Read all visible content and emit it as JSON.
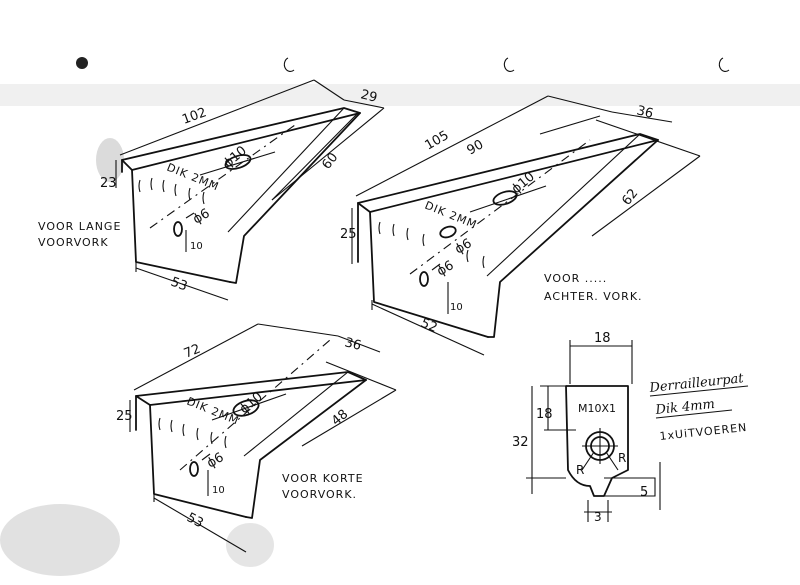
{
  "part_long_front": {
    "dims": {
      "length": "102",
      "width": "29",
      "depth": "60",
      "height": "23",
      "bottom": "53",
      "hole_small": "ϕ6",
      "hole_offset": "10",
      "hole_large": "ϕ10"
    },
    "thickness": "DIK  2MM",
    "caption_line1": "VOOR LANGE",
    "caption_line2": "VOORVORK"
  },
  "part_rear": {
    "dims": {
      "length": "105",
      "inner_length": "90",
      "width": "36",
      "depth": "62",
      "height": "25",
      "bottom": "52",
      "hole_small": "ϕ6",
      "hole_small_2": "ϕ6",
      "hole_offset": "10",
      "hole_large": "ϕ10"
    },
    "thickness": "DIK  2MM",
    "caption_line1": "VOOR .....",
    "caption_line2": "ACHTER. VORK."
  },
  "part_short_front": {
    "dims": {
      "length": "72",
      "width": "36",
      "depth": "48",
      "height": "25",
      "bottom": "53",
      "hole_small": "ϕ6",
      "hole_offset": "10",
      "hole_large": "ϕ10"
    },
    "thickness": "DIK  2MM",
    "caption_line1": "VOOR KORTE",
    "caption_line2": "VOORVORK."
  },
  "derailleur": {
    "dims": {
      "width": "18",
      "upper_height": "18",
      "total_height": "32",
      "thread": "M10X1",
      "radius_left": "R",
      "radius_right": "R",
      "tab_height": "5",
      "tab_width": "3"
    },
    "title": "Derrailleurpat",
    "thickness": "Dik 4mm",
    "quantity": "1xUiTVOEREN"
  }
}
